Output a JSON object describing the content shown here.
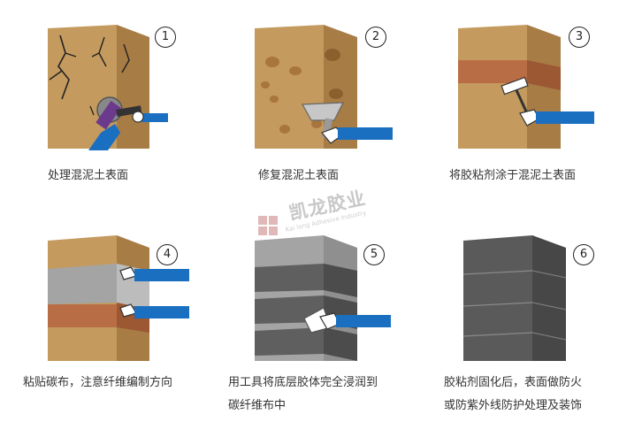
{
  "steps": [
    {
      "number": "1",
      "caption": "处理混泥土表面"
    },
    {
      "number": "2",
      "caption": "修复混泥土表面"
    },
    {
      "number": "3",
      "caption": "将胶粘剂涂于混泥土表面"
    },
    {
      "number": "4",
      "caption": "粘贴碳布，注意纤维编制方向"
    },
    {
      "number": "5",
      "caption_line1": "用工具将底层胶体完全浸润到",
      "caption_line2": "碳纤维布中"
    },
    {
      "number": "6",
      "caption_line1": "胶粘剂固化后，表面做防火",
      "caption_line2": "或防紫外线防护处理及装饰"
    }
  ],
  "watermark": {
    "title": "凯龙胶业",
    "subtitle": "Kai long Adhesive Industry"
  },
  "colors": {
    "concrete_front": "#c49a5e",
    "concrete_side": "#a87c45",
    "brick": "#b96d45",
    "carbon_dark": "#4c4c4c",
    "carbon_light": "#a4a4a4",
    "sleeve": "#1a6fc0"
  }
}
